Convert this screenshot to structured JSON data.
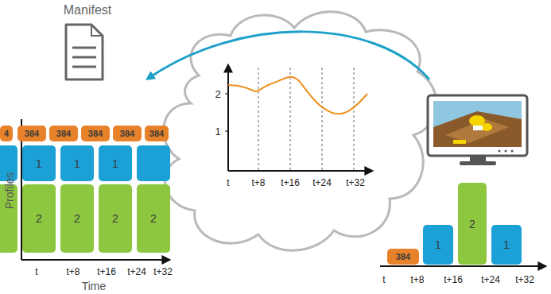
{
  "diagram": {
    "nodes": [
      {
        "text": [
          "Manifest"
        ]
      },
      {
        "text": [
          "4"
        ]
      },
      {
        "text": [
          "384"
        ]
      },
      {
        "text": [
          "384"
        ]
      },
      {
        "text": [
          "384"
        ]
      },
      {
        "text": [
          "384"
        ]
      },
      {
        "text": [
          "384"
        ]
      },
      {
        "text": [
          "1"
        ]
      },
      {
        "text": [
          "1"
        ]
      },
      {
        "text": [
          "1"
        ]
      },
      {
        "text": [
          "2"
        ]
      },
      {
        "text": [
          "2"
        ]
      },
      {
        "text": [
          "2"
        ]
      },
      {
        "text": [
          "2"
        ]
      },
      {
        "text": [
          "384"
        ]
      },
      {
        "text": [
          "1"
        ]
      },
      {
        "text": [
          "2"
        ]
      },
      {
        "text": [
          "1"
        ]
      }
    ],
    "labels": [
      "Profiles",
      "t",
      "t+8",
      "t+16",
      "t+24",
      "t+32",
      "Time",
      "2",
      "1",
      "t",
      "t+8",
      "t+16",
      "t+24",
      "t+32",
      "t",
      "t+8",
      "t+16",
      "t+24",
      "t+32"
    ]
  }
}
